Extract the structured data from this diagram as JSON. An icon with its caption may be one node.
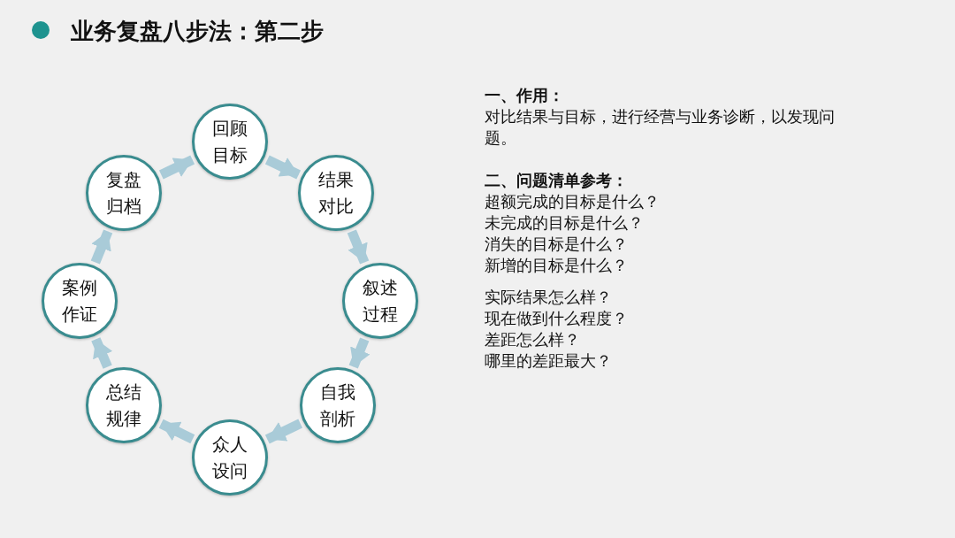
{
  "diagram": {
    "title": "业务复盘八步法：第二步",
    "nodes": [
      {
        "text": [
          "回顾目标"
        ]
      },
      {
        "text": [
          "结果对比"
        ]
      },
      {
        "text": [
          "叙述过程"
        ]
      },
      {
        "text": [
          "自我剖析"
        ]
      },
      {
        "text": [
          "众人设问"
        ]
      },
      {
        "text": [
          "总结规律"
        ]
      },
      {
        "text": [
          "案例作证"
        ]
      },
      {
        "text": [
          "复盘归档"
        ]
      }
    ],
    "edges": [
      {
        "from": 0,
        "to": 1,
        "arrow": "to"
      },
      {
        "from": 1,
        "to": 2,
        "arrow": "to"
      },
      {
        "from": 2,
        "to": 3,
        "arrow": "to"
      },
      {
        "from": 3,
        "to": 4,
        "arrow": "to"
      },
      {
        "from": 4,
        "to": 5,
        "arrow": "to"
      },
      {
        "from": 5,
        "to": 6,
        "arrow": "to"
      },
      {
        "from": 6,
        "to": 7,
        "arrow": "to"
      },
      {
        "from": 7,
        "to": 0,
        "arrow": "to"
      }
    ],
    "labels": [
      "一、作用：",
      "对比结果与目标，进行经营与业务诊断，以发现问题。",
      "二、问题清单参考：",
      "超额完成的目标是什么？",
      "未完成的目标是什么？",
      "消失的目标是什么？",
      "新增的目标是什么？",
      "实际结果怎么样？",
      "现在做到什么程度？",
      "差距怎么样？",
      "哪里的差距最大？"
    ]
  }
}
